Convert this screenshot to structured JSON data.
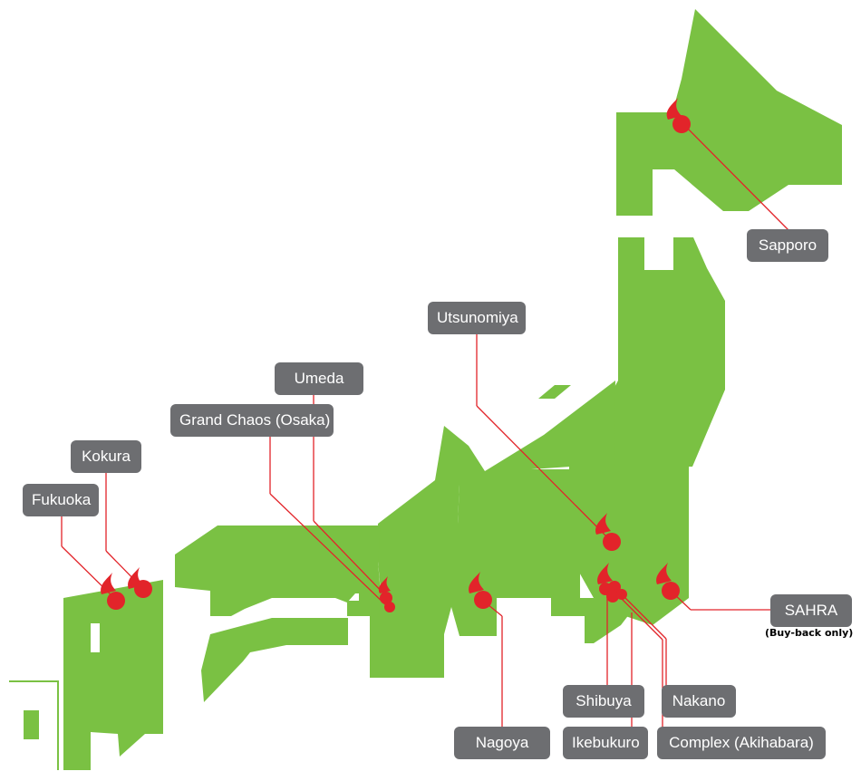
{
  "colors": {
    "land": "#7ac143",
    "marker": "#e2242a",
    "label_bg": "#6d6e71",
    "label_text": "#ffffff"
  },
  "map": {
    "icon": "flame-marker-icon"
  },
  "stores": [
    {
      "id": "sapporo",
      "label": "Sapporo"
    },
    {
      "id": "utsunomiya",
      "label": "Utsunomiya"
    },
    {
      "id": "umeda",
      "label": "Umeda"
    },
    {
      "id": "grand_chaos",
      "label": "Grand Chaos (Osaka)"
    },
    {
      "id": "kokura",
      "label": "Kokura"
    },
    {
      "id": "fukuoka",
      "label": "Fukuoka"
    },
    {
      "id": "sahra",
      "label": "SAHRA",
      "note": "(Buy-back only)"
    },
    {
      "id": "shibuya",
      "label": "Shibuya"
    },
    {
      "id": "nakano",
      "label": "Nakano"
    },
    {
      "id": "nagoya",
      "label": "Nagoya"
    },
    {
      "id": "ikebukuro",
      "label": "Ikebukuro"
    },
    {
      "id": "complex",
      "label": "Complex (Akihabara)"
    }
  ]
}
